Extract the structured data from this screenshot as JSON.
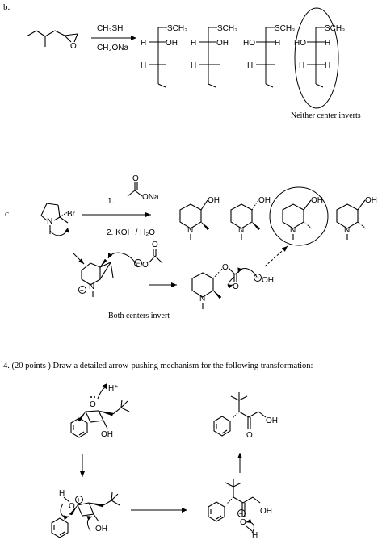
{
  "part_b": {
    "label": "b.",
    "reagent_top": "CH₃SH",
    "reagent_bottom": "CH₃ONa",
    "sch3": "SCH₃",
    "oh": "OH",
    "ho": "HO",
    "h": "H",
    "o": "O",
    "caption": "Neither center inverts"
  },
  "part_c": {
    "label": "c.",
    "br": "Br",
    "n": "N",
    "step1": "1.",
    "ona": "ONa",
    "o": "O",
    "step2": "2. KOH / H₂O",
    "oh": "OH",
    "plus": "+",
    "minus": "−",
    "caption": "Both centers invert"
  },
  "question4": {
    "text": "4. (20 points ) Draw a detailed arrow-pushing mechanism for the following transformation:",
    "hplus": "H⁺",
    "o": "O",
    "oh": "OH",
    "h": "H",
    "plus": "+"
  }
}
